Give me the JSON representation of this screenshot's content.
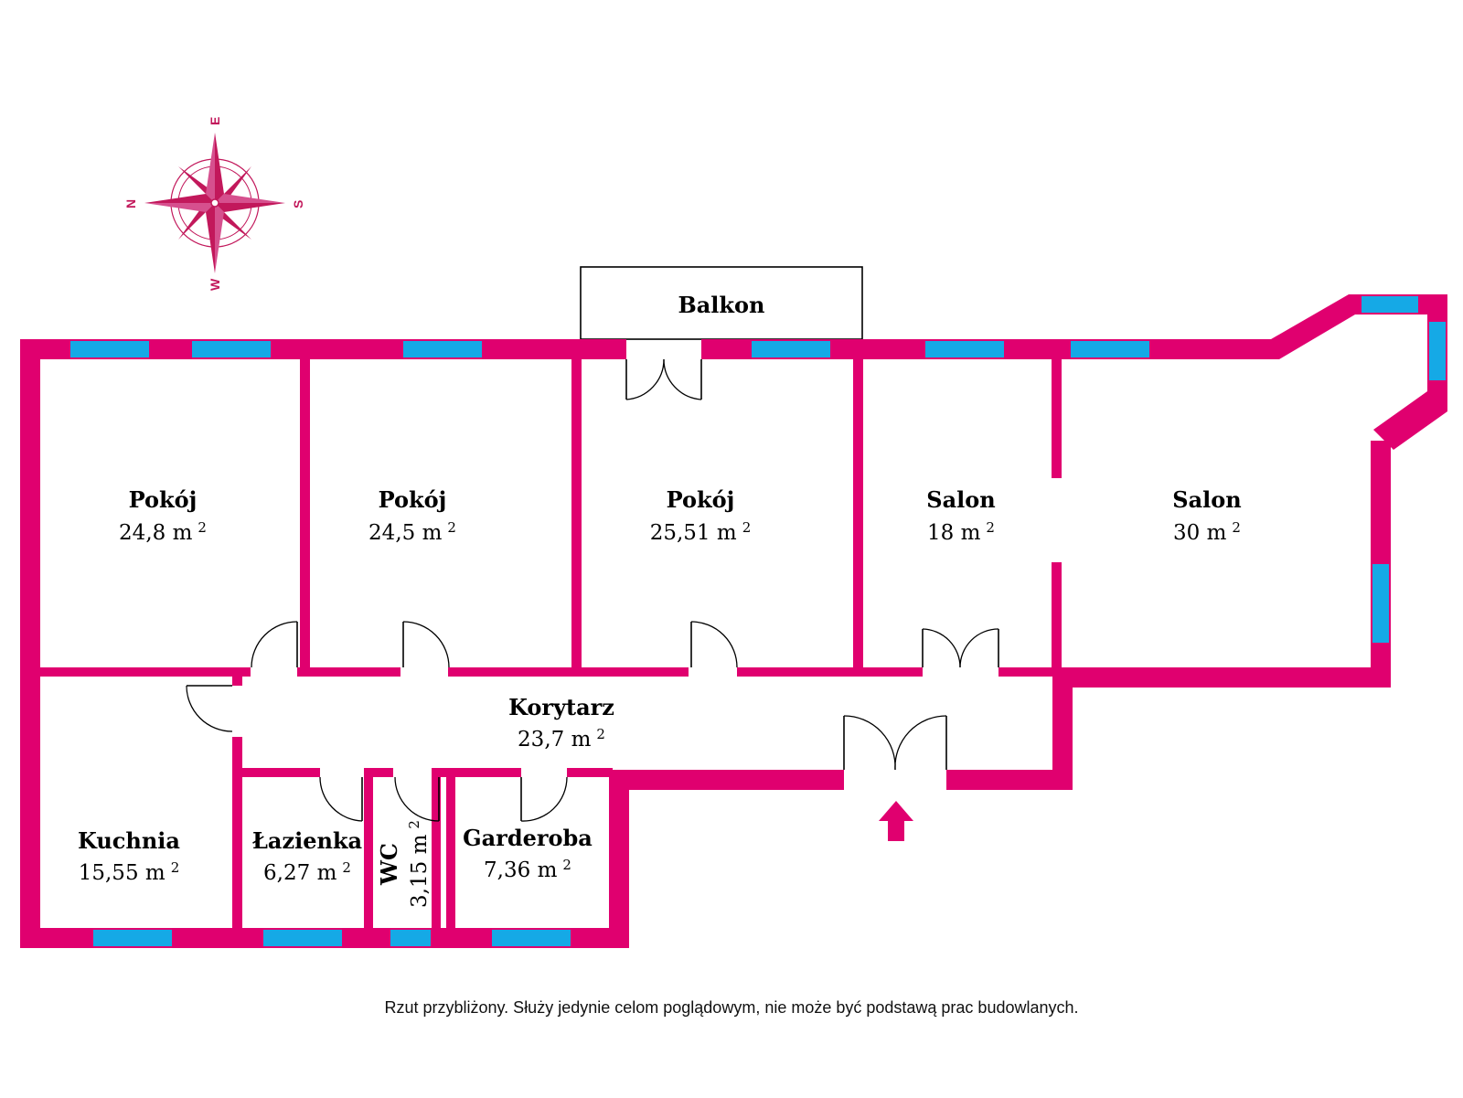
{
  "colors": {
    "wall": "#e0006f",
    "window": "#15a9e6",
    "compass": "#c2185b",
    "entrance_arrow": "#e0006f"
  },
  "compass": {
    "north": "N",
    "east": "E",
    "south": "S",
    "west": "W"
  },
  "rooms": [
    {
      "id": "pokoj-1",
      "name": "Pokój",
      "area": "24,8 m",
      "unit_exp": "2"
    },
    {
      "id": "pokoj-2",
      "name": "Pokój",
      "area": "24,5 m",
      "unit_exp": "2"
    },
    {
      "id": "pokoj-3",
      "name": "Pokój",
      "area": "25,51 m",
      "unit_exp": "2"
    },
    {
      "id": "salon-1",
      "name": "Salon",
      "area": "18 m",
      "unit_exp": "2"
    },
    {
      "id": "salon-2",
      "name": "Salon",
      "area": "30 m",
      "unit_exp": "2"
    },
    {
      "id": "korytarz",
      "name": "Korytarz",
      "area": "23,7 m",
      "unit_exp": "2"
    },
    {
      "id": "kuchnia",
      "name": "Kuchnia",
      "area": "15,55 m",
      "unit_exp": "2"
    },
    {
      "id": "lazienka",
      "name": "Łazienka",
      "area": "6,27 m",
      "unit_exp": "2"
    },
    {
      "id": "wc",
      "name": "WC",
      "area": "3,15 m",
      "unit_exp": "2"
    },
    {
      "id": "garderoba",
      "name": "Garderoba",
      "area": "7,36 m",
      "unit_exp": "2"
    }
  ],
  "balcony": {
    "name": "Balkon"
  },
  "entrance_icon": "entrance-arrow-icon",
  "footnote": "Rzut przybliżony. Służy jedynie celom poglądowym, nie może być podstawą prac budowlanych."
}
